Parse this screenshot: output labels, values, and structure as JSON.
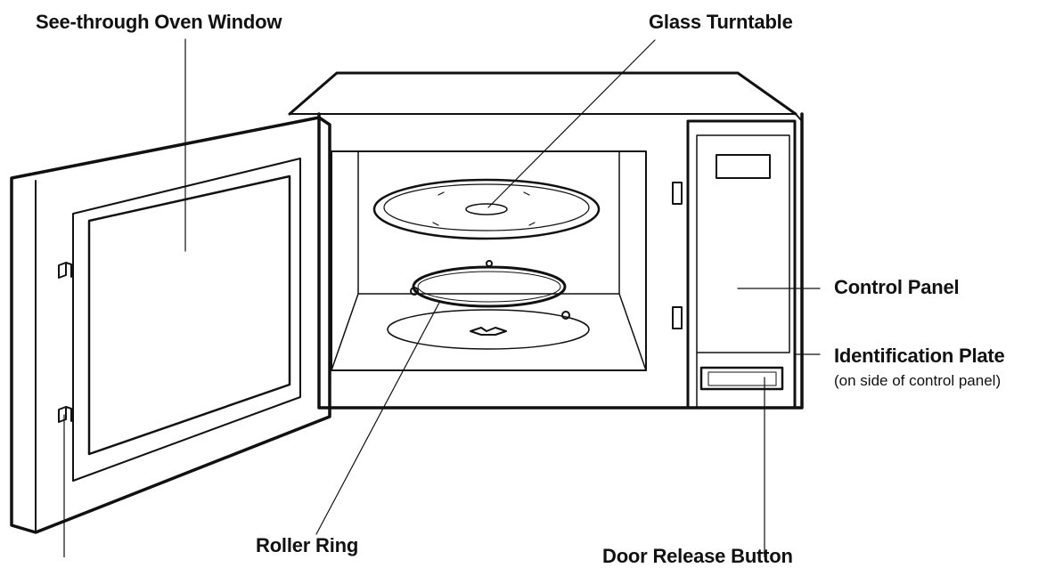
{
  "labels": {
    "oven_window": "See-through Oven Window",
    "turntable": "Glass Turntable",
    "control_panel": "Control Panel",
    "id_plate": "Identification Plate",
    "id_plate_note": "(on side of control panel)",
    "roller_ring": "Roller Ring",
    "door_release": "Door Release Button"
  }
}
